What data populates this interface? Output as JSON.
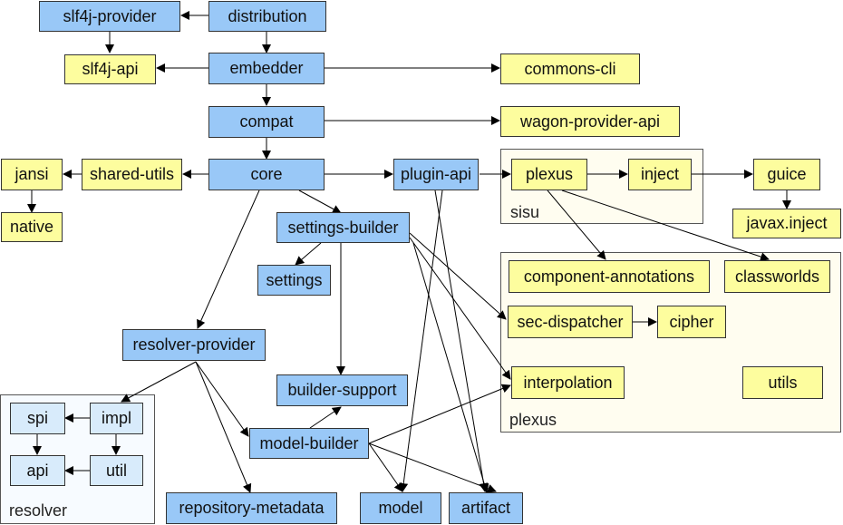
{
  "groups": {
    "sisu": "sisu",
    "plexus": "plexus",
    "resolver": "resolver"
  },
  "nodes": {
    "slf4j_provider": "slf4j-provider",
    "distribution": "distribution",
    "slf4j_api": "slf4j-api",
    "embedder": "embedder",
    "commons_cli": "commons-cli",
    "compat": "compat",
    "wagon_provider_api": "wagon-provider-api",
    "jansi": "jansi",
    "shared_utils": "shared-utils",
    "core": "core",
    "plugin_api": "plugin-api",
    "plexus": "plexus",
    "inject": "inject",
    "guice": "guice",
    "native": "native",
    "settings_builder": "settings-builder",
    "javax_inject": "javax.inject",
    "settings": "settings",
    "component_annotations": "component-annotations",
    "classworlds": "classworlds",
    "sec_dispatcher": "sec-dispatcher",
    "cipher": "cipher",
    "resolver_provider": "resolver-provider",
    "interpolation": "interpolation",
    "utils": "utils",
    "builder_support": "builder-support",
    "spi": "spi",
    "impl": "impl",
    "model_builder": "model-builder",
    "api": "api",
    "util": "util",
    "repository_metadata": "repository-metadata",
    "model": "model",
    "artifact": "artifact"
  },
  "colors": {
    "blue_node": "#99c8f7",
    "yellow_node": "#fdfd9e",
    "light_blue_node": "#d8ebfb",
    "yellow_group": "#fffdf0",
    "blue_group": "#f7fbff"
  }
}
